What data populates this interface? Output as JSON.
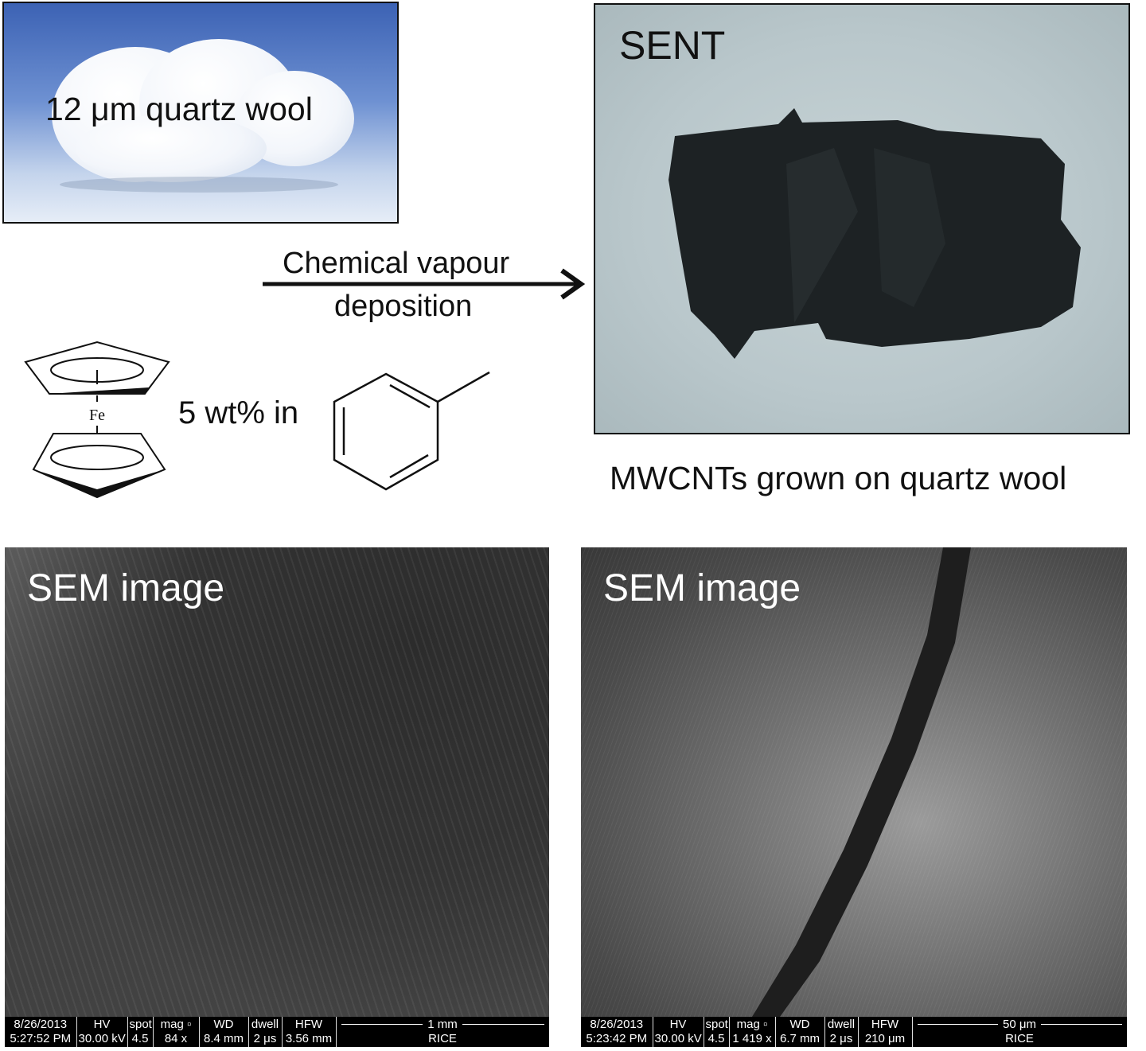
{
  "panels": {
    "wool": {
      "label": "12 μm quartz wool"
    },
    "process": {
      "line1": "Chemical vapour",
      "line2": "deposition"
    },
    "precursor": {
      "fe_symbol": "Fe",
      "concentration": "5 wt% in"
    },
    "sent": {
      "label": "SENT",
      "caption": "MWCNTs grown on quartz wool"
    }
  },
  "sem": [
    {
      "label": "SEM image",
      "date": "8/26/2013",
      "time": "5:27:52 PM",
      "hv_head": "HV",
      "hv": "30.00 kV",
      "spot_head": "spot",
      "spot": "4.5",
      "mag_head": "mag ▫",
      "mag": "84 x",
      "wd_head": "WD",
      "wd": "8.4 mm",
      "dwell_head": "dwell",
      "dwell": "2 μs",
      "hfw_head": "HFW",
      "hfw": "3.56 mm",
      "scale": "1 mm",
      "org": "RICE"
    },
    {
      "label": "SEM image",
      "date": "8/26/2013",
      "time": "5:23:42 PM",
      "hv_head": "HV",
      "hv": "30.00 kV",
      "spot_head": "spot",
      "spot": "4.5",
      "mag_head": "mag ▫",
      "mag": "1 419 x",
      "wd_head": "WD",
      "wd": "6.7 mm",
      "dwell_head": "dwell",
      "dwell": "2 μs",
      "hfw_head": "HFW",
      "hfw": "210 μm",
      "scale": "50 μm",
      "org": "RICE"
    }
  ]
}
